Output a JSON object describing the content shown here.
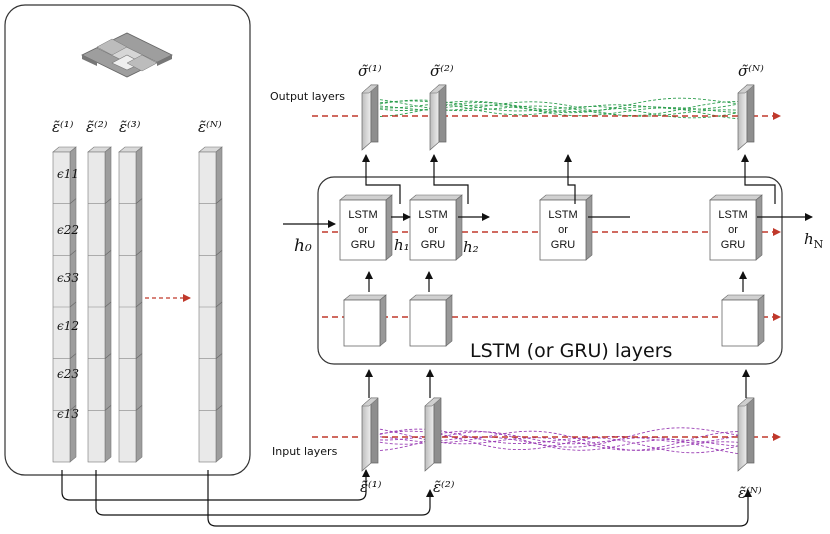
{
  "strain_labels": {
    "eps1": "ε̃⁽¹⁾",
    "eps2": "ε̃⁽²⁾",
    "eps3": "ε̃⁽³⁾",
    "epsN": "ε̃⁽ᴺ⁾"
  },
  "components": [
    "ϵ11",
    "ϵ22",
    "ϵ33",
    "ϵ12",
    "ϵ23",
    "ϵ13"
  ],
  "output": {
    "label": "Output layers",
    "sigma1": "σ̃⁽¹⁾",
    "sigma2": "σ̃⁽²⁾",
    "sigmaN": "σ̃⁽ᴺ⁾"
  },
  "input": {
    "label": "Input layers",
    "eps1": "ε̃⁽¹⁾",
    "eps2": "ε̃⁽²⁾",
    "epsN": "ε̃⁽ᴺ⁾"
  },
  "lstm": {
    "title": "LSTM (or GRU) layers",
    "cell_line1": "LSTM",
    "cell_line2": "or",
    "cell_line3": "GRU",
    "h0": "h₀",
    "h1": "h₁",
    "h2": "h₂",
    "hN": "h_N"
  },
  "colors": {
    "dashed_red": "#c0392b",
    "green_curves": "#2e9e4f",
    "purple_curves": "#9b3fb5",
    "panel_face": "#e6e6e6",
    "panel_side": "#9a9a9a"
  }
}
